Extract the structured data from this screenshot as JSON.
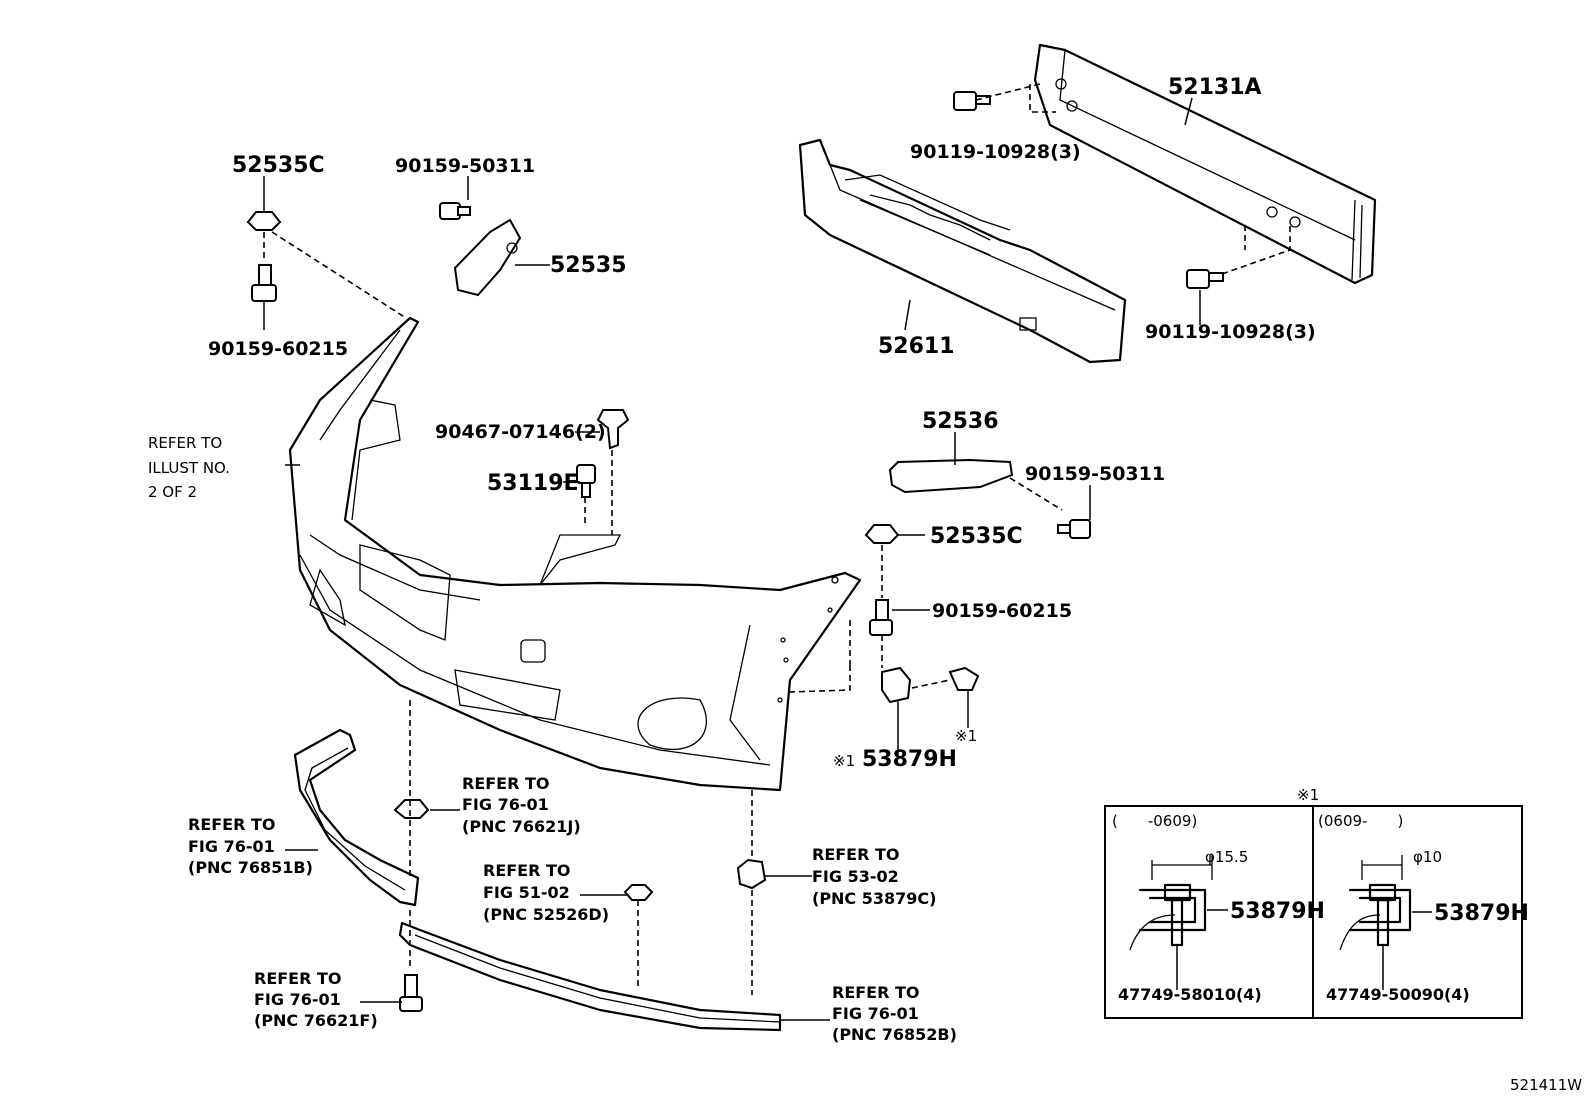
{
  "labels": {
    "p52131A": "52131A",
    "p90119_top": "90119-10928(3)",
    "p90119_bot": "90119-10928(3)",
    "p52611": "52611",
    "p52535C_top": "52535C",
    "p90159_60215_top": "90159-60215",
    "p90159_50311_top": "90159-50311",
    "p52535": "52535",
    "p52536": "52536",
    "p90159_50311_right": "90159-50311",
    "p52535C_right": "52535C",
    "p90159_60215_right": "90159-60215",
    "p90467": "90467-07146(2)",
    "p53119E": "53119E",
    "p53879H_main": "53879H",
    "mark_note1": "※1",
    "mark_note1b": "※1",
    "diagram_id": "521411W"
  },
  "refs": {
    "illust": [
      "REFER TO",
      "ILLUST NO.",
      "2 OF 2"
    ],
    "fig_76621J": [
      "REFER TO",
      "FIG 76-01",
      "(PNC 76621J)"
    ],
    "fig_76851B": [
      "REFER TO",
      "FIG 76-01",
      "(PNC 76851B)"
    ],
    "fig_52526D": [
      "REFER TO",
      "FIG 51-02",
      "(PNC 52526D)"
    ],
    "fig_53879C": [
      "REFER TO",
      "FIG 53-02",
      "(PNC 53879C)"
    ],
    "fig_76621F": [
      "REFER TO",
      "FIG 76-01",
      "(PNC 76621F)"
    ],
    "fig_76852B": [
      "REFER TO",
      "FIG 76-01",
      "(PNC 76852B)"
    ]
  },
  "inset": {
    "title": "※1",
    "left": {
      "period": "(　　-0609)",
      "diameter": "φ15.5",
      "part": "53879H",
      "sub_part": "47749-58010(4)"
    },
    "right": {
      "period": "(0609-　　)",
      "diameter": "φ10",
      "part": "53879H",
      "sub_part": "47749-50090(4)"
    }
  }
}
